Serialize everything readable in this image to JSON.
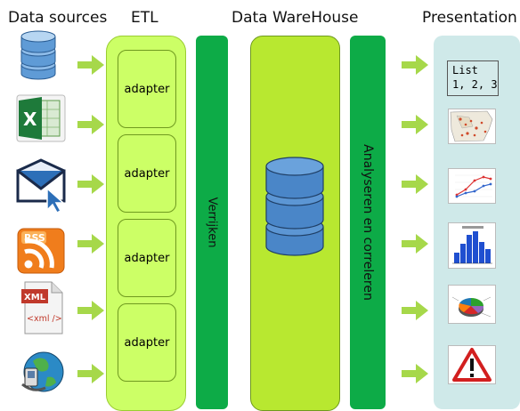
{
  "headers": {
    "data_sources": "Data sources",
    "etl": "ETL",
    "warehouse": "Data WareHouse",
    "presentation": "Presentation"
  },
  "adapters": [
    "adapter",
    "adapter",
    "adapter",
    "adapter"
  ],
  "bands": {
    "enrich": "Verrijken",
    "analyze": "Analyseren en correleren"
  },
  "sources": [
    "database-icon",
    "excel-icon",
    "email-icon",
    "rss-icon",
    "xml-icon",
    "web-service-icon"
  ],
  "xml_label": "XML",
  "xml_tag": "<xml />",
  "rss_label": "RSS",
  "list": {
    "title": "List",
    "items": "1, 2, 3"
  },
  "presentation_icons": [
    "list-box",
    "map-thumbnail-icon",
    "line-chart-thumbnail-icon",
    "bar-chart-thumbnail-icon",
    "pie-chart-thumbnail-icon",
    "warning-icon"
  ],
  "colors": {
    "etl_fill": "#ccff66",
    "band_green": "#0dab47",
    "warehouse_fill": "#b8e830",
    "arrow_green": "#a6d84a",
    "presentation_bg": "#cfe9e9",
    "database_blue": "#4a86c8"
  }
}
